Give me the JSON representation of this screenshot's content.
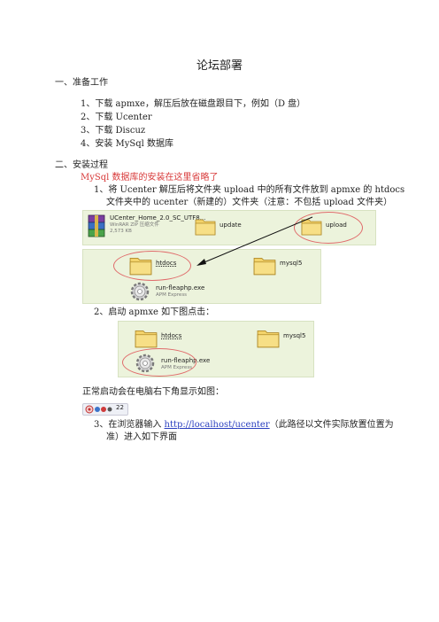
{
  "title": "论坛部署",
  "sections": [
    {
      "heading": "一、准备工作",
      "items": [
        "1、下载 apmxe，解压后放在磁盘跟目下，例如（D 盘）",
        "2、下载 Ucenter",
        "3、下载 Discuz",
        "4、安装 MySql 数据库"
      ]
    },
    {
      "heading": "二、安装过程",
      "note": "MySql 数据库的安装在这里省略了",
      "step1_line1": "1、将 Ucenter 解压后将文件夹 upload 中的所有文件放到 apmxe 的 htdocs",
      "step1_line2": "文件夹中的 ucenter（新建的）文件夹（注意：不包括 upload 文件夹）",
      "step2": "2、启动 apmxe  如下图点击：",
      "running_text": "正常启动会在电脑右下角显示如图：",
      "step3_prefix": "3、在浏览器输入  ",
      "step3_link": "http://localhost/ucenter",
      "step3_suffix": "（此路径以文件实际放置位置为",
      "step3_line2": "准）进入如下界面"
    }
  ],
  "screens": {
    "shot1": {
      "archive_name": "UCenter_Home_2.0_SC_UTF8...",
      "archive_type": "WinRAR ZIP 压缩文件",
      "archive_size": "2,573 KB",
      "folder_update": "update",
      "folder_upload": "upload"
    },
    "shot2": {
      "folder_htdocs": "htdocs",
      "folder_mysql5": "mysql5",
      "exe_name": "run-fleaphp.exe",
      "exe_desc": "APM Express"
    },
    "shot3": {
      "folder_htdocs": "htdocs",
      "folder_mysql5": "mysql5",
      "exe_name": "run-fleaphp.exe",
      "exe_desc": "APM Express"
    },
    "tray_time": "22"
  },
  "colors": {
    "note_red": "#d83a3a",
    "link_blue": "#2a3fbf",
    "shot_bg": "#ecf3dc",
    "folder_yellow": "#f3d36b",
    "highlight_red": "#e06b6b"
  }
}
